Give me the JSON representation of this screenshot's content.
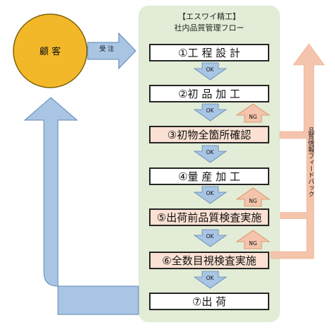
{
  "panel": {
    "company": "【エスワイ精工】",
    "title": "社内品質管理フロー"
  },
  "customer": {
    "label": "顧 客"
  },
  "order_arrow": {
    "label": "受 注"
  },
  "steps": [
    {
      "label": "①工 程 設 計",
      "highlight": false
    },
    {
      "label": "②初 品 加 工",
      "highlight": false
    },
    {
      "label": "③初物全箇所確認",
      "highlight": true
    },
    {
      "label": "④量 産 加 工",
      "highlight": false
    },
    {
      "label": "⑤出荷前品質検査実施",
      "highlight": true
    },
    {
      "label": "⑥全数目視検査実施",
      "highlight": true
    },
    {
      "label": "⑦出 荷",
      "highlight": false
    }
  ],
  "ok_labels": [
    "OK",
    "OK",
    "OK",
    "OK",
    "OK",
    "OK"
  ],
  "ng_labels": [
    "NG",
    "NG",
    "NG"
  ],
  "feedback": {
    "label": "品質情報フィードバック"
  },
  "colors": {
    "panel_bg": "#e2ecd6",
    "customer_fill": "#f2b829",
    "customer_stroke": "#7f6209",
    "blue_arrow": "#a9c5e4",
    "blue_stroke": "#5d86b3",
    "orange_arrow": "#f4c4ac",
    "orange_stroke": "#d98a5e",
    "step_highlight": "#fbe1d3"
  }
}
